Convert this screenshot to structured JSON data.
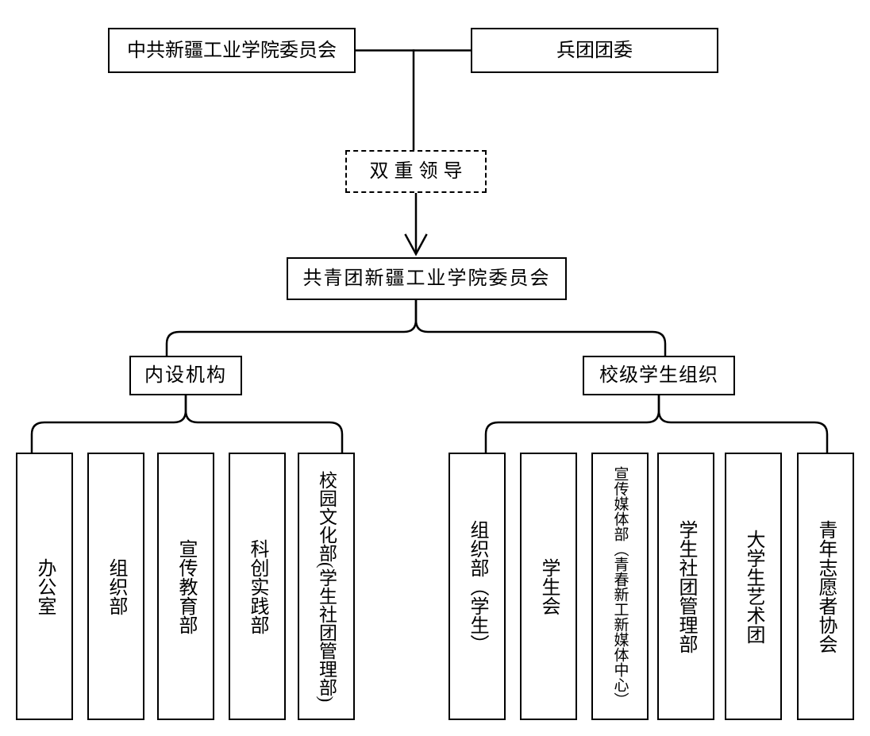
{
  "diagram": {
    "top_row": {
      "party_committee": "中共新疆工业学院委员会",
      "corps_committee": "兵团团委"
    },
    "relationship_label": "双重领导",
    "league_committee": "共青团新疆工业学院委员会",
    "branches": {
      "internal": "内设机构",
      "student_org": "校级学生组织"
    },
    "internal_departments": [
      "办公室",
      "组织部",
      "宣传教育部",
      "科创实践部",
      "校园文化部(学生社团管理部)"
    ],
    "student_organizations": [
      "组织部（学生）",
      "学生会",
      "宣传媒体部（青春新工新媒体中心）",
      "学生社团管理部",
      "大学生艺术团",
      "青年志愿者协会"
    ],
    "colors": {
      "line": "#000000",
      "background": "#ffffff"
    }
  }
}
